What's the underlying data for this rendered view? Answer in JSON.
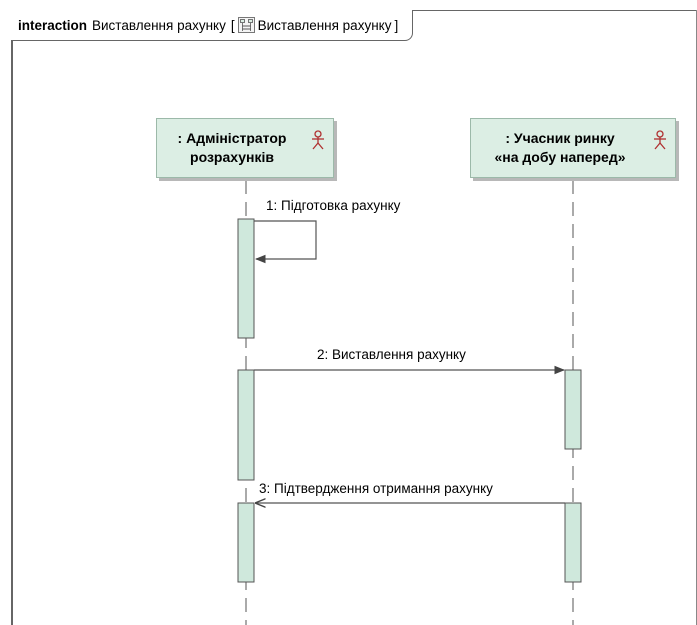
{
  "frame": {
    "keyword": "interaction",
    "name": "Виставлення рахунку",
    "bracket_open": "[",
    "ref_name": "Виставлення рахунку",
    "bracket_close": "]"
  },
  "lifelines": [
    {
      "label": ": Адміністратор\nрозрахунків",
      "icon": "actor-icon"
    },
    {
      "label": ": Учасник ринку\n«на добу наперед»",
      "icon": "actor-icon"
    }
  ],
  "messages": [
    {
      "label": "1: Підготовка рахунку",
      "from": 0,
      "to": 0,
      "kind": "self"
    },
    {
      "label": "2: Виставлення рахунку",
      "from": 0,
      "to": 1,
      "kind": "synchronous"
    },
    {
      "label": "3: Підтвердження отримання рахунку",
      "from": 1,
      "to": 0,
      "kind": "reply"
    }
  ],
  "colors": {
    "lifeline_fill": "#dceee4",
    "lifeline_border": "#9cb9a9",
    "activation_fill": "#cfe8dc",
    "line": "#555555"
  }
}
